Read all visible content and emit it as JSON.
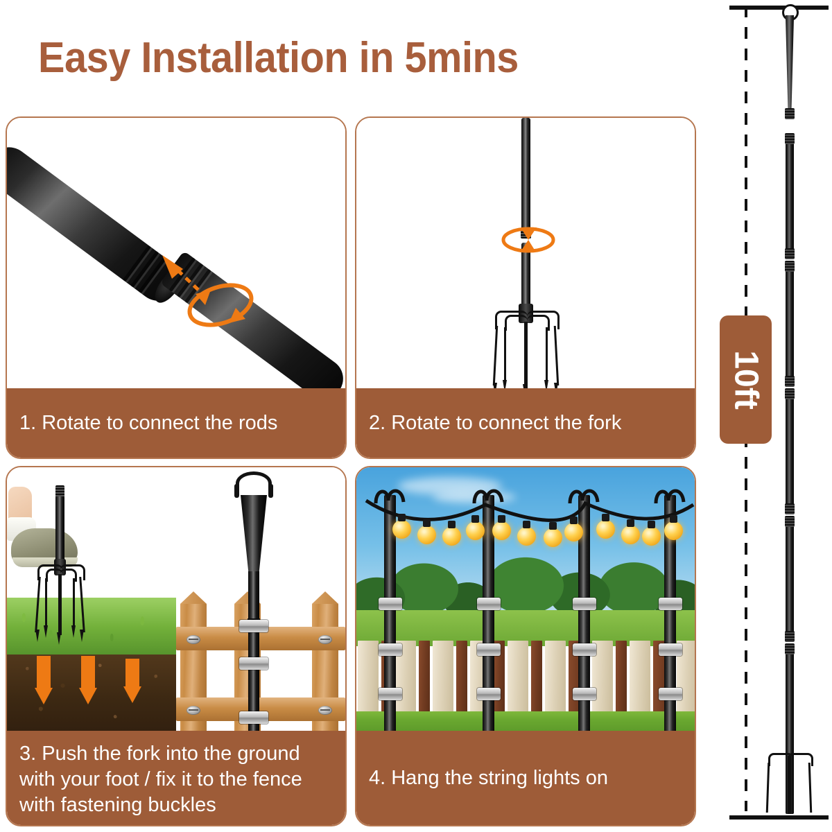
{
  "title": "Easy Installation in 5mins",
  "colors": {
    "brand_brown": "#9E5C38",
    "title_brown": "#A85E3C",
    "border_brown": "#B5764F",
    "accent_orange": "#EE7A14",
    "rod_black": "#111111"
  },
  "steps": [
    {
      "number": "1",
      "caption": "1. Rotate to connect the rods",
      "illustration": "two-black-rod-sections-being-twisted-together-with-orange-rotation-arrows"
    },
    {
      "number": "2",
      "caption": "2. Rotate to connect the fork",
      "illustration": "vertical-pole-with-five-prong-ground-fork-and-orange-rotation-ring-at-joint"
    },
    {
      "number": "3",
      "caption": "3. Push the fork into the ground\nwith your foot / fix it to the fence\nwith fastening buckles",
      "illustration": "foot-pressing-fork-into-grass-and-soil-with-orange-down-arrows-beside-pole-clamped-to-wooden-fence"
    },
    {
      "number": "4",
      "caption": "4. Hang the string lights on",
      "illustration": "four-poles-in-lawn-behind-fence-holding-warm-string-lights-over-park-scene"
    }
  ],
  "measurement": {
    "label": "10ft",
    "subject": "assembled-pole-height-diagram",
    "segments": 6
  }
}
